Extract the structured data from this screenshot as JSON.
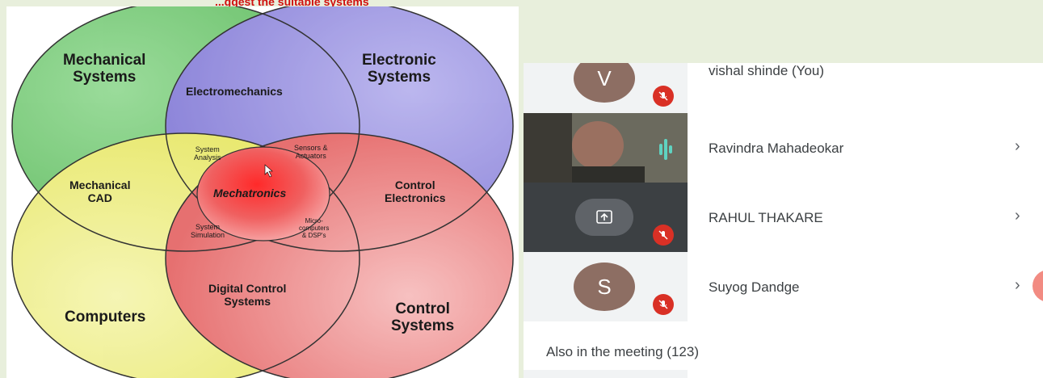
{
  "banner": "...ggest the suitable systems",
  "venn": {
    "outer": {
      "mechanical": "Mechanical\nSystems",
      "electronic": "Electronic\nSystems",
      "computers": "Computers",
      "control": "Control\nSystems"
    },
    "overlaps": {
      "electromechanics": "Electromechanics",
      "mechanical_cad": "Mechanical\nCAD",
      "control_electronics": "Control\nElectronics",
      "digital_control": "Digital Control\nSystems",
      "system_analysis": "System\nAnalysis",
      "sensors": "Sensors &\nActuators",
      "system_simulation": "System\nSimulation",
      "microcomputers": "Micro-\ncomputers\n& DSP's",
      "center": "Mechatronics"
    },
    "colors": {
      "mechanical": "#4cbf4c",
      "electronic": "#7c73d8",
      "computers": "#e5e55a",
      "control": "#e24a4a",
      "center": "#e00000"
    }
  },
  "participants": {
    "rows": [
      {
        "initial": "V",
        "name": "vishal shinde (You)",
        "avatar_color": "#8d6e63",
        "tile": "avatar",
        "muted": true,
        "has_chevron": false
      },
      {
        "initial": "",
        "name": "Ravindra Mahadeokar",
        "avatar_color": "",
        "tile": "video",
        "muted": false,
        "has_chevron": true
      },
      {
        "initial": "",
        "name": "RAHUL THAKARE",
        "avatar_color": "",
        "tile": "present",
        "muted": true,
        "has_chevron": true
      },
      {
        "initial": "S",
        "name": "Suyog Dandge",
        "avatar_color": "#8d6e63",
        "tile": "avatar",
        "muted": true,
        "has_chevron": true
      }
    ],
    "also_in_meeting": "Also in the meeting (123)"
  },
  "icons": {
    "mic_off": "mic-off-icon",
    "chevron": "chevron-right-icon",
    "present": "present-screen-icon",
    "speaking": "audio-level-icon"
  }
}
